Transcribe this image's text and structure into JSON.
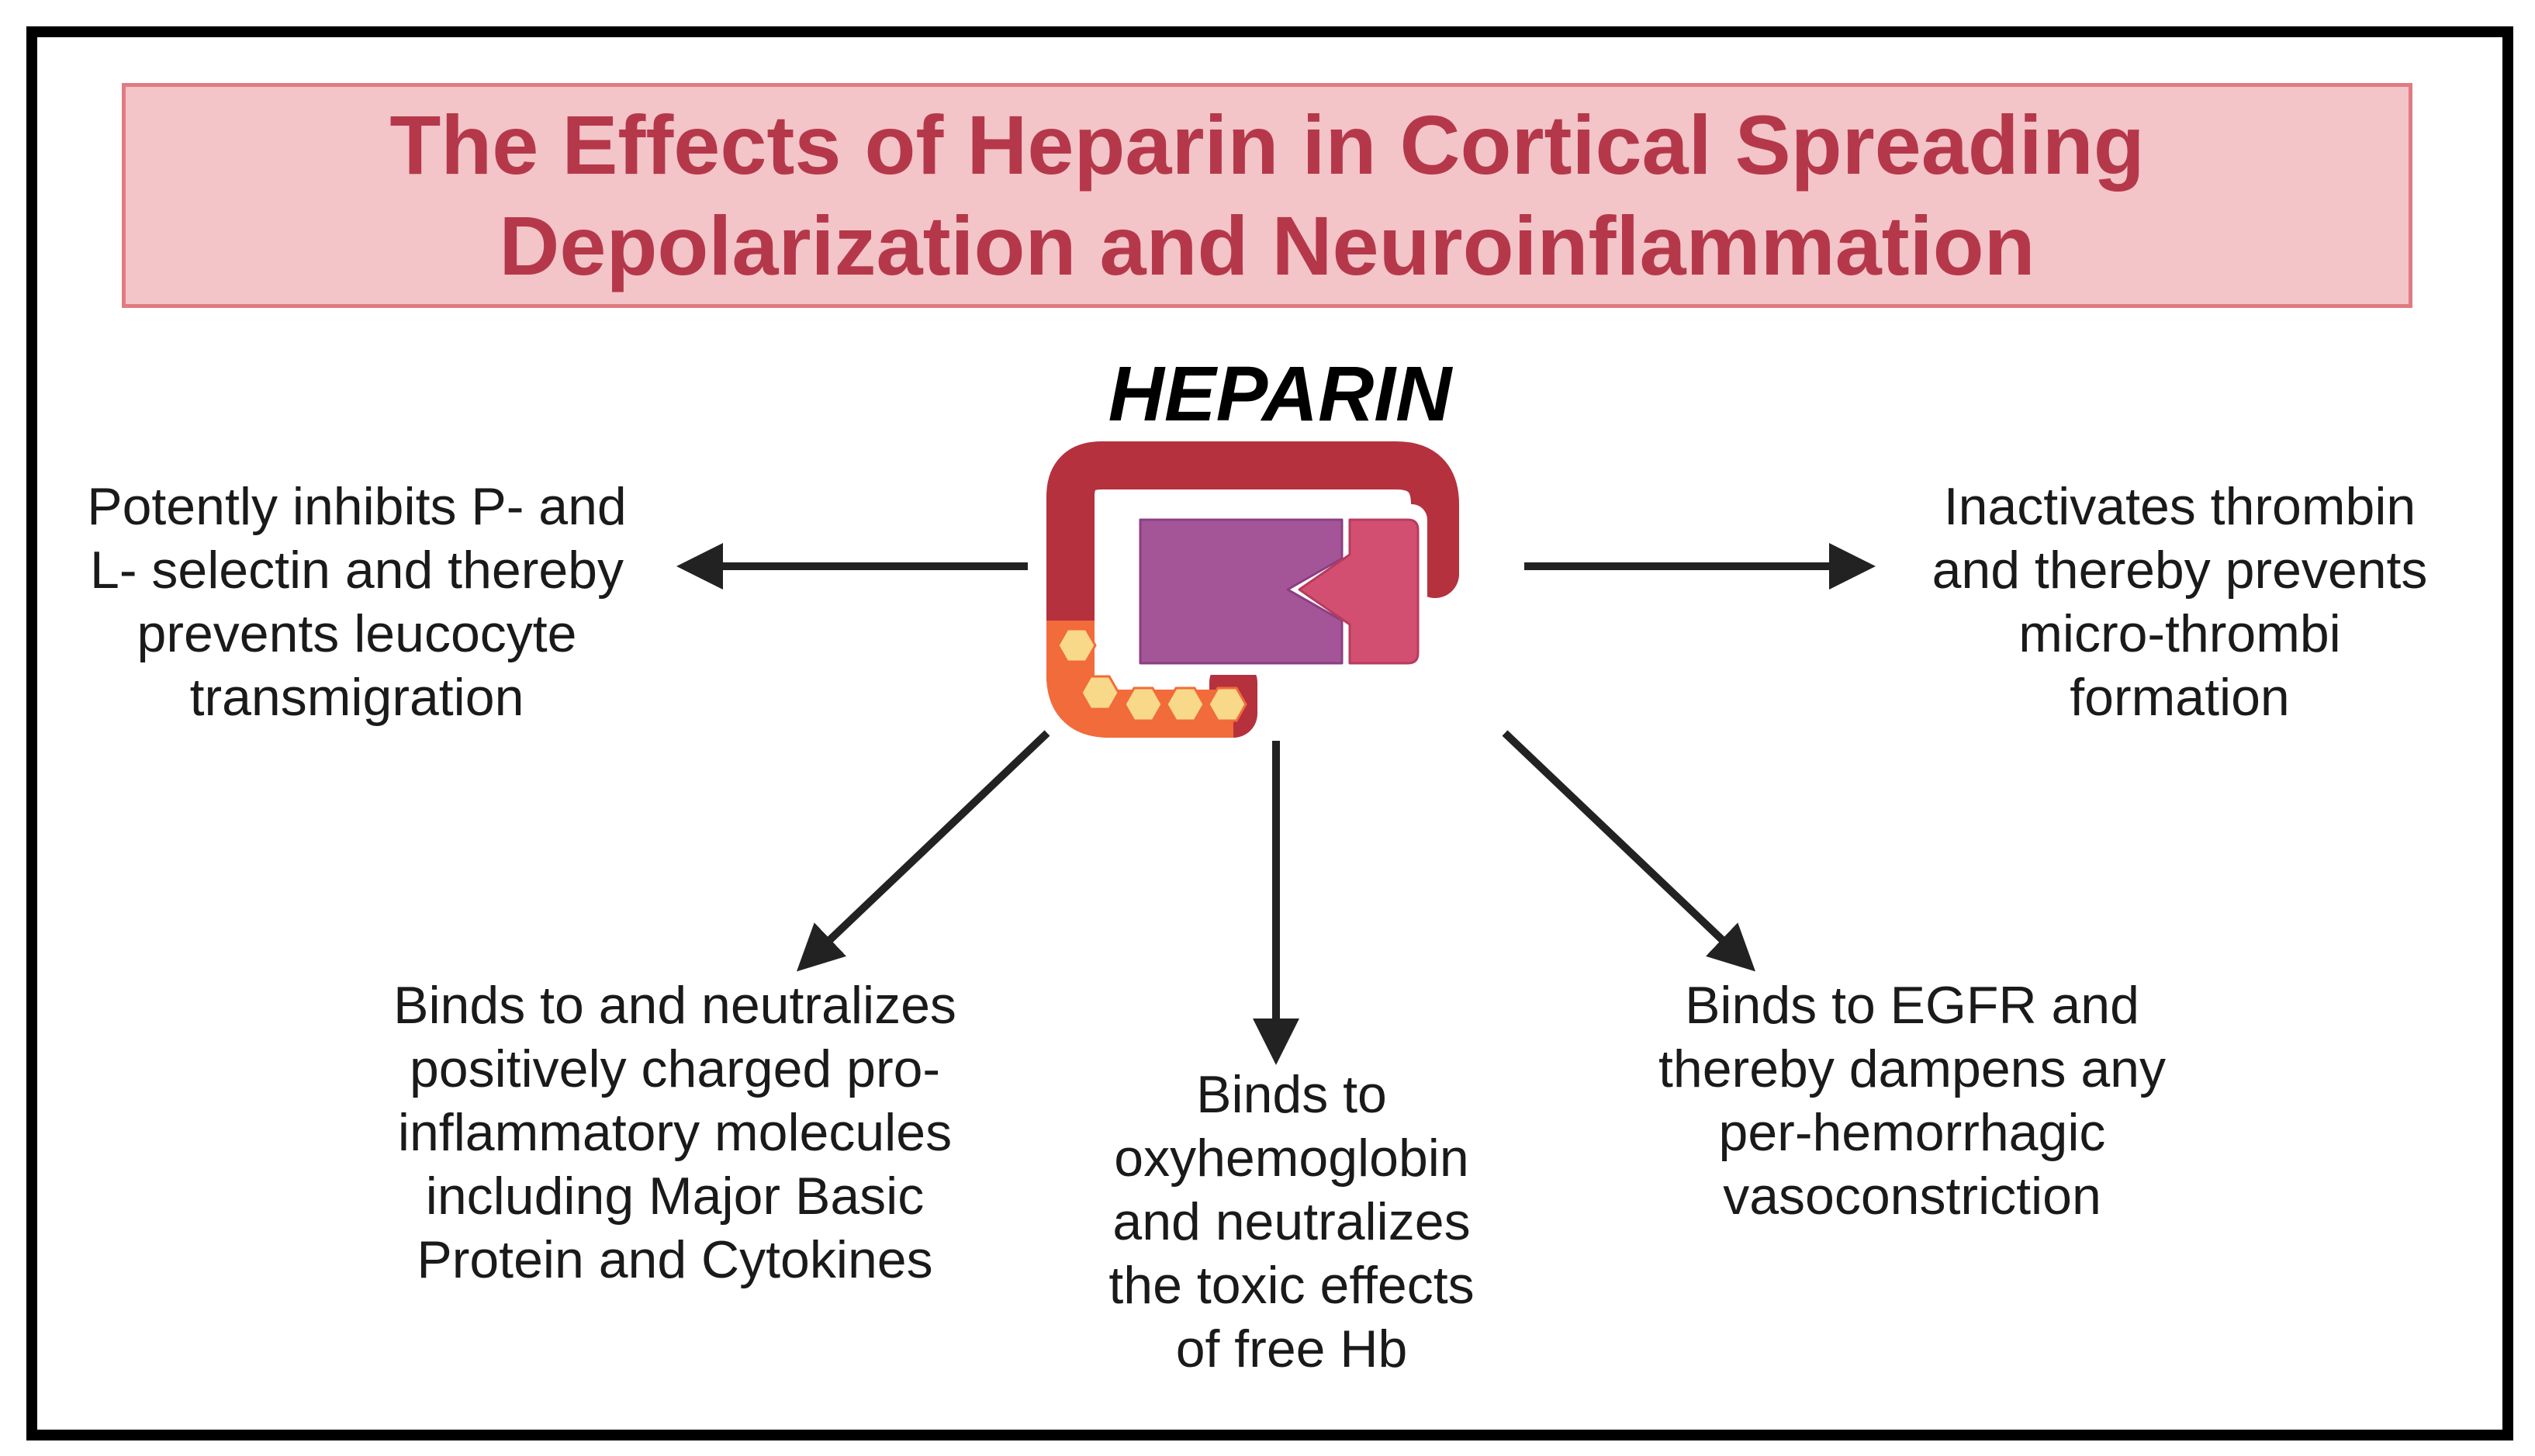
{
  "title": {
    "line1": "The Effects of Heparin in Cortical Spreading",
    "line2": "Depolarization and Neuroinflammation"
  },
  "drug": {
    "name": "HEPARIN",
    "icon": "heparin-molecule-icon"
  },
  "effects": {
    "left": "Potently inhibits P- and\nL- selectin and thereby\nprevents leucocyte\ntransmigration",
    "right": "Inactivates thrombin\nand thereby prevents\nmicro-thrombi\nformation",
    "bottom_left": "Binds to and neutralizes\npositively charged pro-\ninflammatory molecules\nincluding Major Basic\nProtein and Cytokines",
    "bottom_center": "Binds to\noxyhemoglobin\nand neutralizes\nthe toxic effects\nof free Hb",
    "bottom_right": "Binds to EGFR and\nthereby dampens any\nper-hemorrhagic\nvasoconstriction"
  },
  "colors": {
    "title_fill": "#f3c4c8",
    "title_border": "#e07b82",
    "title_text": "#b5384a",
    "molecule_outer": "#b5313e",
    "molecule_purple": "#a45598",
    "molecule_pink": "#d24f72",
    "molecule_orange": "#f26b3a",
    "hexagon": "#f8d98a",
    "arrow": "#222222"
  }
}
